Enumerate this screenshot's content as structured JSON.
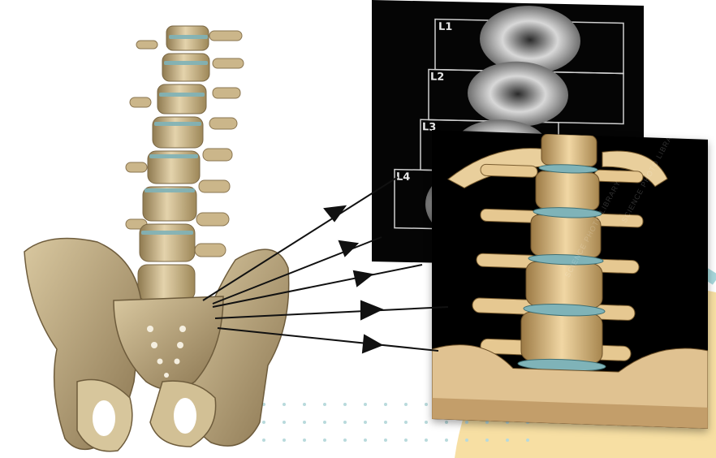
{
  "xray_panel": {
    "level_labels": [
      "L1",
      "L2",
      "L3",
      "L4"
    ]
  },
  "ct_panel": {
    "watermark": "SCIENCE PHOTO LIBRARY"
  },
  "arrows": {
    "count": 5
  },
  "colors": {
    "bone": "#d9c7a0",
    "bone_shadow": "#8f7a50",
    "disc": "#7fb3b8",
    "accent_teal": "#9fd4d8",
    "accent_yellow": "#f7dfa3",
    "dots": "#b8dadc"
  }
}
